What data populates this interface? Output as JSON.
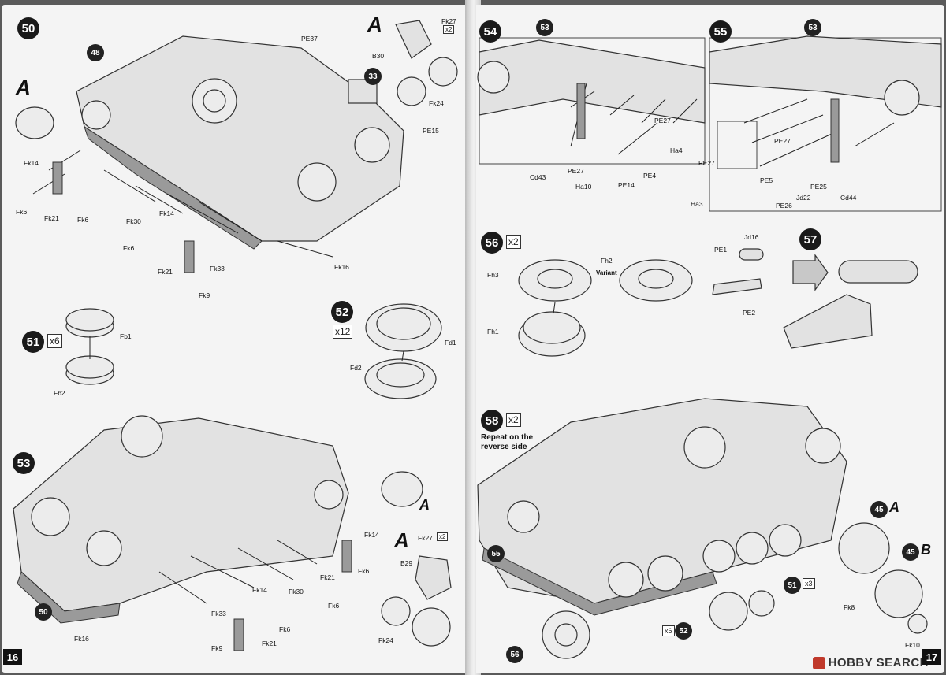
{
  "pages": {
    "left_number": "16",
    "right_number": "17"
  },
  "steps": {
    "s50": "50",
    "s51": "51",
    "s52": "52",
    "s53": "53",
    "s54": "54",
    "s55": "55",
    "s56": "56",
    "s57": "57",
    "s58": "58"
  },
  "multipliers": {
    "m51": "x6",
    "m52": "x12",
    "m56": "x2",
    "m58": "x2",
    "m_bottom_51": "x3",
    "m_bottom_52": "x6",
    "fk27_top": "x2",
    "fk27_bottom": "x2"
  },
  "notes": {
    "repeat": "Repeat on the reverse side",
    "variant": "Variant"
  },
  "subassembly_refs": {
    "r48": "48",
    "r33": "33",
    "r50": "50",
    "r53": "53",
    "r55": "55",
    "r56": "56",
    "r45a": "45",
    "r45b": "45",
    "r51": "51",
    "r52": "52"
  },
  "big_letters": {
    "a1": "A",
    "a2": "A",
    "a3": "A",
    "a4": "A",
    "a5": "A",
    "b1": "B"
  },
  "part_labels": {
    "step50": [
      "PE37",
      "Fk27",
      "B30",
      "Fk24",
      "PE15",
      "Fk14",
      "Fk6",
      "Fk21",
      "Fk6",
      "Fk30",
      "Fk14",
      "Fk6",
      "Fk21",
      "Fk33",
      "Fk9",
      "Fk16"
    ],
    "step51": [
      "Fb1",
      "Fb2"
    ],
    "step52": [
      "Fd1",
      "Fd2"
    ],
    "step53": [
      "Fk14",
      "Fk6",
      "Fk21",
      "Fk30",
      "Fk6",
      "Fk14",
      "Fk33",
      "Fk6",
      "Fk9",
      "Fk21",
      "Fk16",
      "Fk27",
      "B29",
      "Fk24"
    ],
    "step54": [
      "PE27",
      "Ha4",
      "Cd43",
      "PE27",
      "Ha10",
      "PE14",
      "PE4"
    ],
    "step55": [
      "PE27",
      "PE27",
      "Ha3",
      "PE5",
      "PE26",
      "Jd22",
      "PE25",
      "Cd44"
    ],
    "step56": [
      "Fh3",
      "Fh2",
      "Fh1"
    ],
    "step57": [
      "Jd16",
      "PE1",
      "PE2"
    ],
    "step58": [
      "Fk8",
      "Fk10"
    ]
  },
  "watermark": "HOBBY SEARCH"
}
